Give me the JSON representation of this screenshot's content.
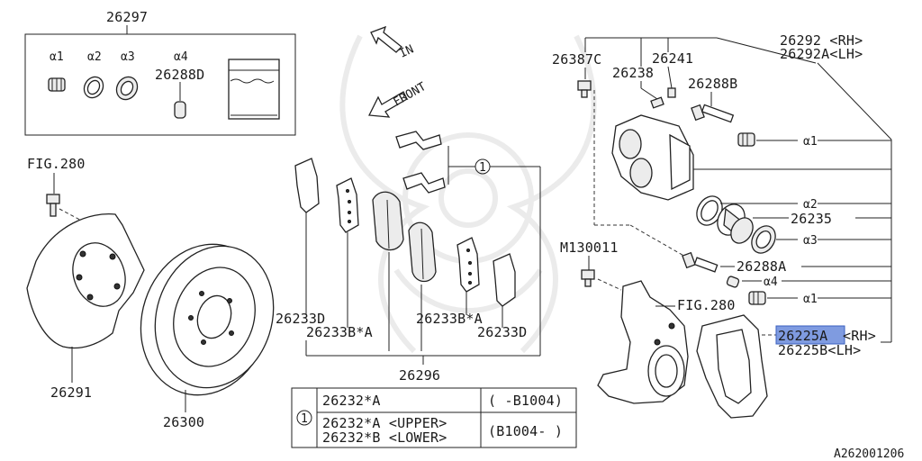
{
  "labels": {
    "kit": "26297",
    "a1": "α1",
    "a2": "α2",
    "a3": "α3",
    "a4": "α4",
    "kit_pin": "26288D",
    "fig280_left": "FIG.280",
    "backing_plate": "26291",
    "rotor": "26300",
    "arrow_in": "IN",
    "arrow_front": "FRONT",
    "circle_1": "1",
    "shim_d_left": "26233D",
    "shim_ba_left": "26233B*A",
    "shim_ba_right": "26233B*A",
    "shim_d_right": "26233D",
    "pad_set": "26296",
    "caliper_rh": "26292 <RH>",
    "caliper_lh": "26292A<LH>",
    "bleeder": "26387C",
    "cap": "26238",
    "screw": "26241",
    "pin_b": "26288B",
    "piston": "26235",
    "pin_a": "26288A",
    "bolt": "M130011",
    "fig280_right": "FIG.280",
    "support_rh_code": "26225A",
    "support_rh_side": "<RH>",
    "support_lh": "26225B<LH>",
    "callout_a1_top": "α1",
    "callout_a2": "α2",
    "callout_a3": "α3",
    "callout_a4": "α4",
    "callout_a1_bottom": "α1",
    "diagram_id": "A262001206"
  },
  "pad_table": {
    "marker": "1",
    "rows": [
      {
        "part": "26232*A",
        "range": "( -B1004)"
      },
      {
        "part_upper": "26232*A <UPPER>",
        "part_lower": "26232*B <LOWER>",
        "range": "(B1004- )"
      }
    ]
  },
  "highlight_color": "#7f9be0"
}
